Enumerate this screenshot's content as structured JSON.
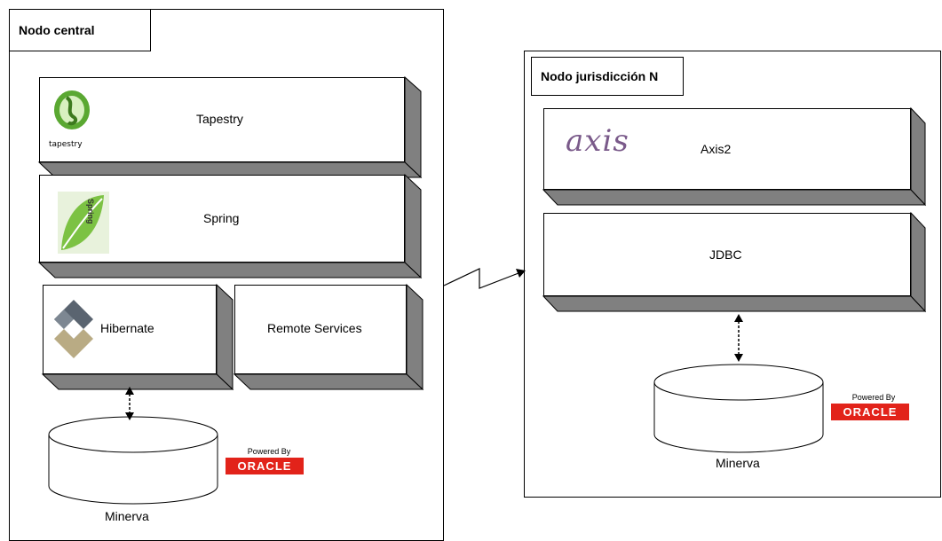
{
  "central": {
    "title": "Nodo central",
    "tapestry": "Tapestry",
    "tapestry_logo_text": "tapestry",
    "spring": "Spring",
    "spring_logo_text": "Spring",
    "hibernate": "Hibernate",
    "remote": "Remote Services",
    "db_label": "Minerva",
    "powered_by": "Powered By",
    "oracle": "ORACLE"
  },
  "jurisdiction": {
    "title": "Nodo jurisdicción N",
    "axis_logo": "axis",
    "axis2": "Axis2",
    "jdbc": "JDBC",
    "db_label": "Minerva",
    "powered_by": "Powered By",
    "oracle": "ORACLE"
  },
  "colors": {
    "box_side": "#808080",
    "oracle_red": "#e2231a",
    "tapestry_green": "#5aa832",
    "spring_green": "#7cc243",
    "hibernate_gray": "#5a6470",
    "hibernate_tan": "#b9ab84",
    "axis_purple": "#7a5a8a"
  }
}
